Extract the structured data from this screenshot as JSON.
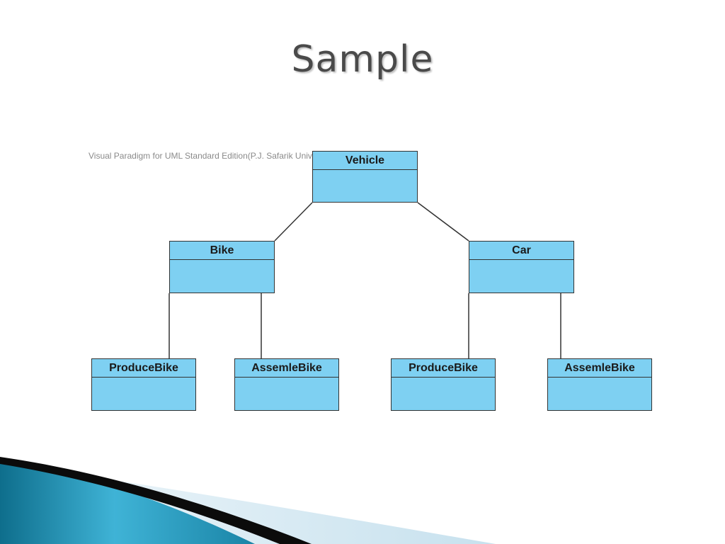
{
  "slide": {
    "title": "Sample",
    "watermark": "Visual Paradigm for UML Standard Edition(P.J. Safarik University, Faculty of Science)"
  },
  "diagram": {
    "type": "uml-class-diagram",
    "class_fill": "#7ed0f2",
    "border_color": "#333333",
    "classes": [
      {
        "id": "vehicle",
        "name": "Vehicle"
      },
      {
        "id": "bike",
        "name": "Bike"
      },
      {
        "id": "car",
        "name": "Car"
      },
      {
        "id": "bike-produce",
        "name": "ProduceBike"
      },
      {
        "id": "bike-assemble",
        "name": "AssemleBike"
      },
      {
        "id": "car-produce",
        "name": "ProduceBike"
      },
      {
        "id": "car-assemble",
        "name": "AssemleBike"
      }
    ],
    "relations": [
      {
        "from": "vehicle",
        "to": "bike"
      },
      {
        "from": "vehicle",
        "to": "car"
      },
      {
        "from": "bike",
        "to": "bike-produce"
      },
      {
        "from": "bike",
        "to": "bike-assemble"
      },
      {
        "from": "car",
        "to": "car-produce"
      },
      {
        "from": "car",
        "to": "car-assemble"
      }
    ]
  },
  "theme": {
    "accent_dark": "#0e6e8c",
    "accent_light": "#3fb3d6",
    "swoosh_black": "#0b0b0b",
    "swoosh_light": "#d4e8f2"
  }
}
